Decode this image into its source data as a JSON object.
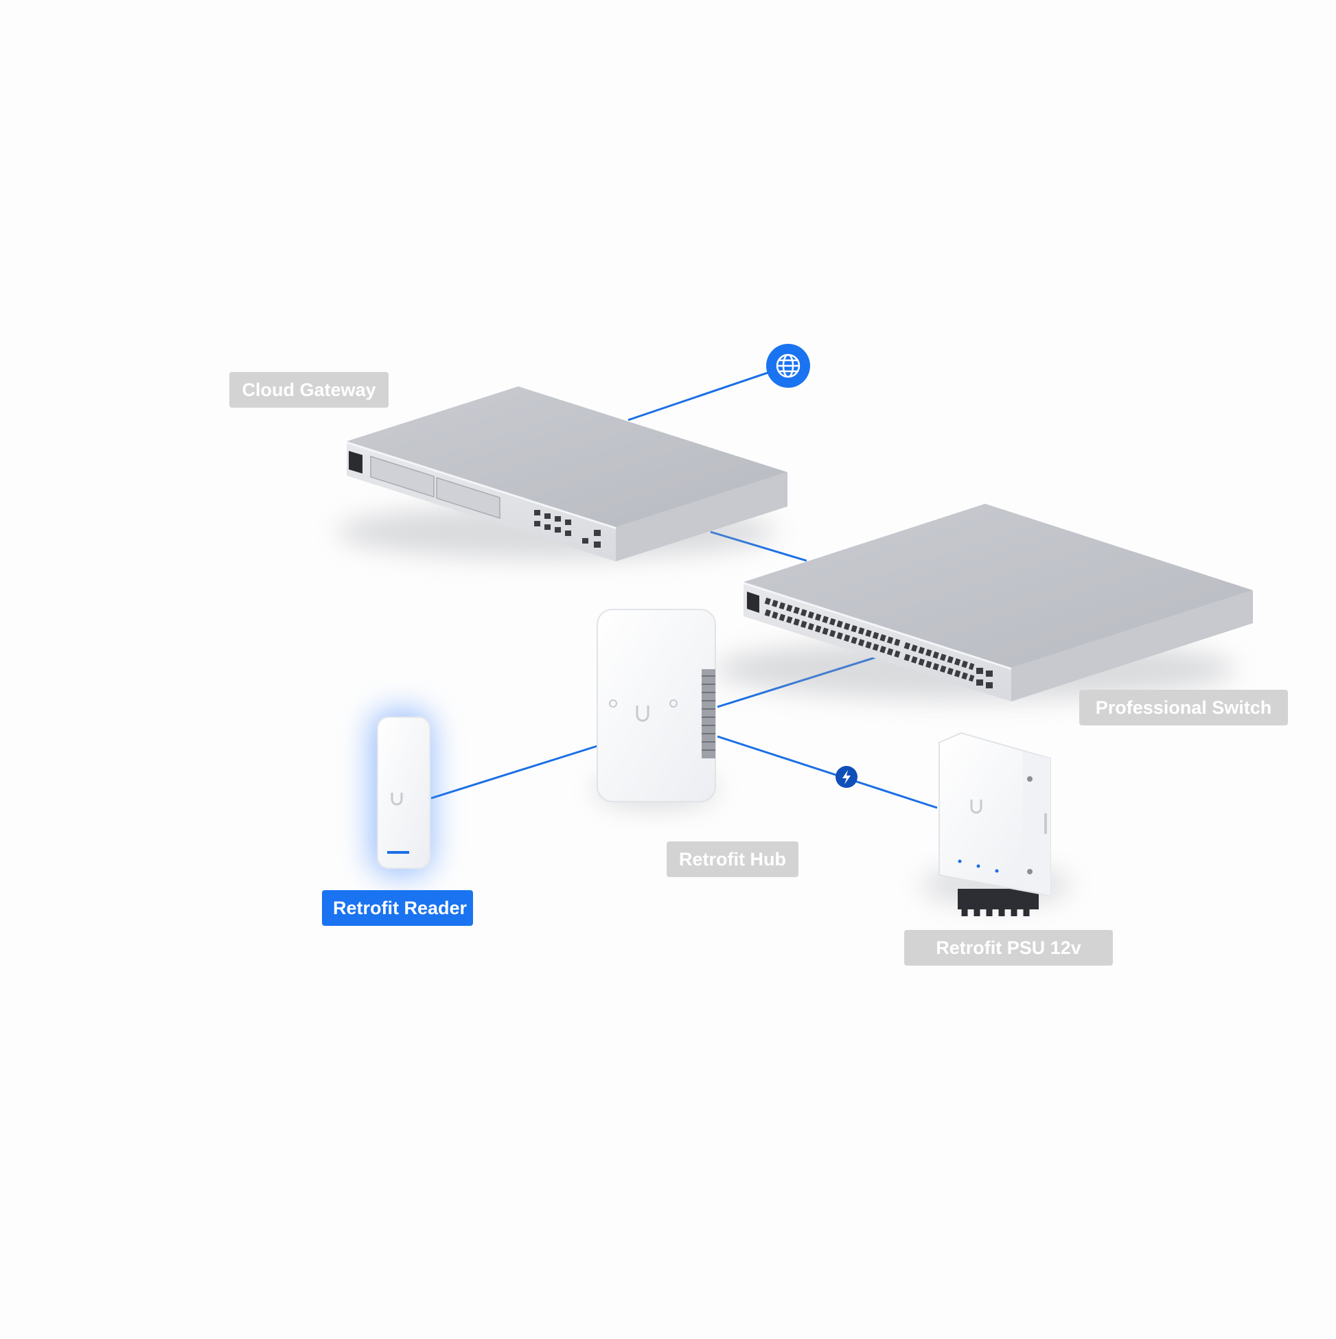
{
  "diagram": {
    "background": "#fdfdfd",
    "accent_color": "#1a73f0",
    "inactive_label_color": "#d3d3d3",
    "internet_icon": "globe-icon",
    "power_icon": "lightning-bolt-icon",
    "devices": [
      {
        "id": "cloud-gateway",
        "label": "Cloud Gateway",
        "active": false
      },
      {
        "id": "professional-switch",
        "label": "Professional Switch",
        "active": false
      },
      {
        "id": "retrofit-hub",
        "label": "Retrofit Hub",
        "active": false
      },
      {
        "id": "retrofit-reader",
        "label": "Retrofit Reader",
        "active": true
      },
      {
        "id": "retrofit-psu",
        "label": "Retrofit PSU 12v",
        "active": false
      }
    ]
  }
}
